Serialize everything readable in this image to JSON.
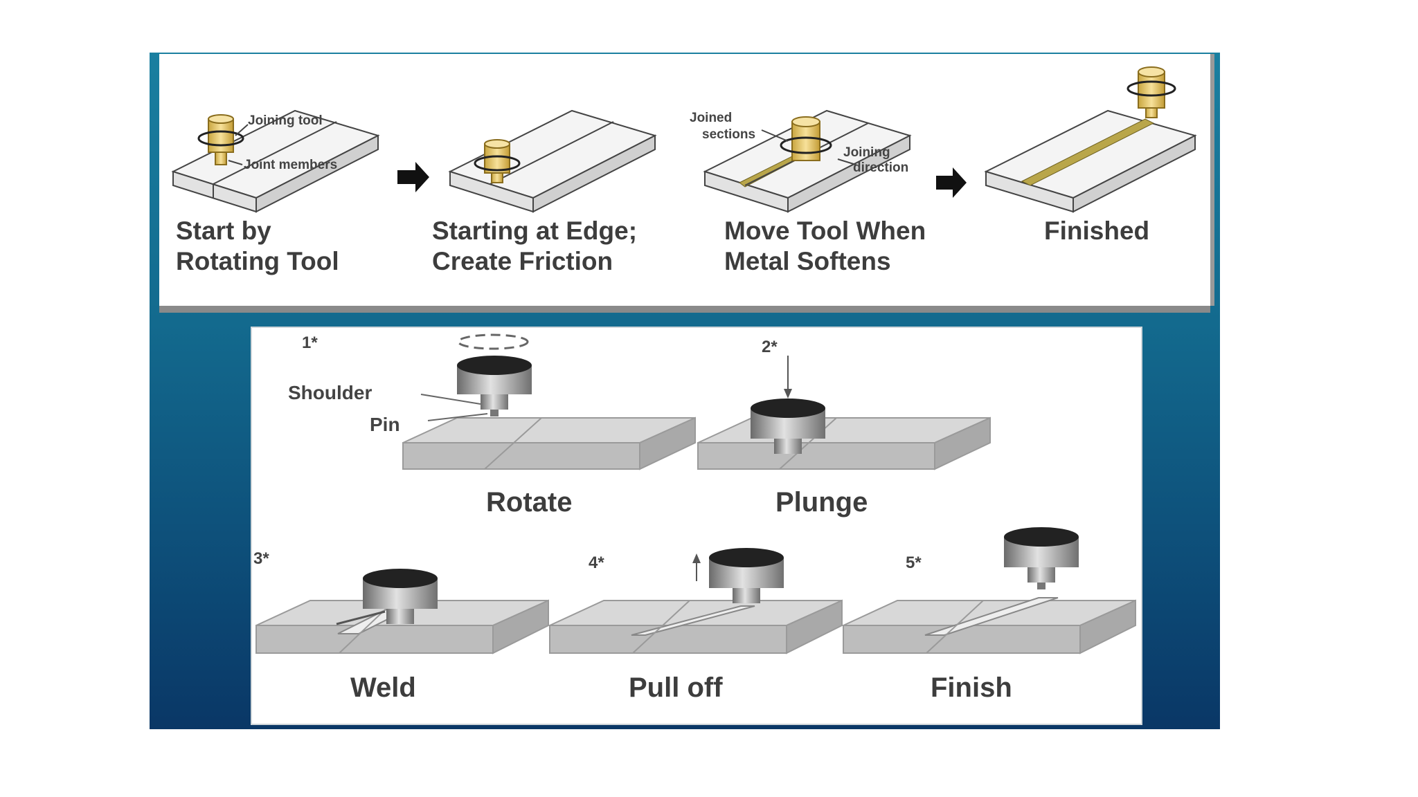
{
  "top": {
    "steps": [
      {
        "caption_1": "Start  by",
        "caption_2": "Rotating Tool"
      },
      {
        "caption_1": "Starting at Edge;",
        "caption_2": "Create Friction"
      },
      {
        "caption_1": "Move Tool When",
        "caption_2": "Metal Softens"
      },
      {
        "caption_1": "Finished",
        "caption_2": ""
      }
    ],
    "annotations": {
      "joining_tool": "Joining tool",
      "joint_members": "Joint members",
      "joined_sections_1": "Joined",
      "joined_sections_2": "sections",
      "joining_direction_1": "Joining",
      "joining_direction_2": "direction"
    }
  },
  "bottom": {
    "steps": [
      {
        "num": "1*",
        "label": "Rotate"
      },
      {
        "num": "2*",
        "label": "Plunge"
      },
      {
        "num": "3*",
        "label": "Weld"
      },
      {
        "num": "4*",
        "label": "Pull off"
      },
      {
        "num": "5*",
        "label": "Finish"
      }
    ],
    "annotations": {
      "shoulder": "Shoulder",
      "pin": "Pin"
    }
  },
  "colors": {
    "slide_top": "#1a7fa0",
    "slide_bottom": "#0a3766",
    "tool_yellow": "#f2d27a",
    "weld_seam": "#b9a64a",
    "text": "#3d3d3d"
  }
}
